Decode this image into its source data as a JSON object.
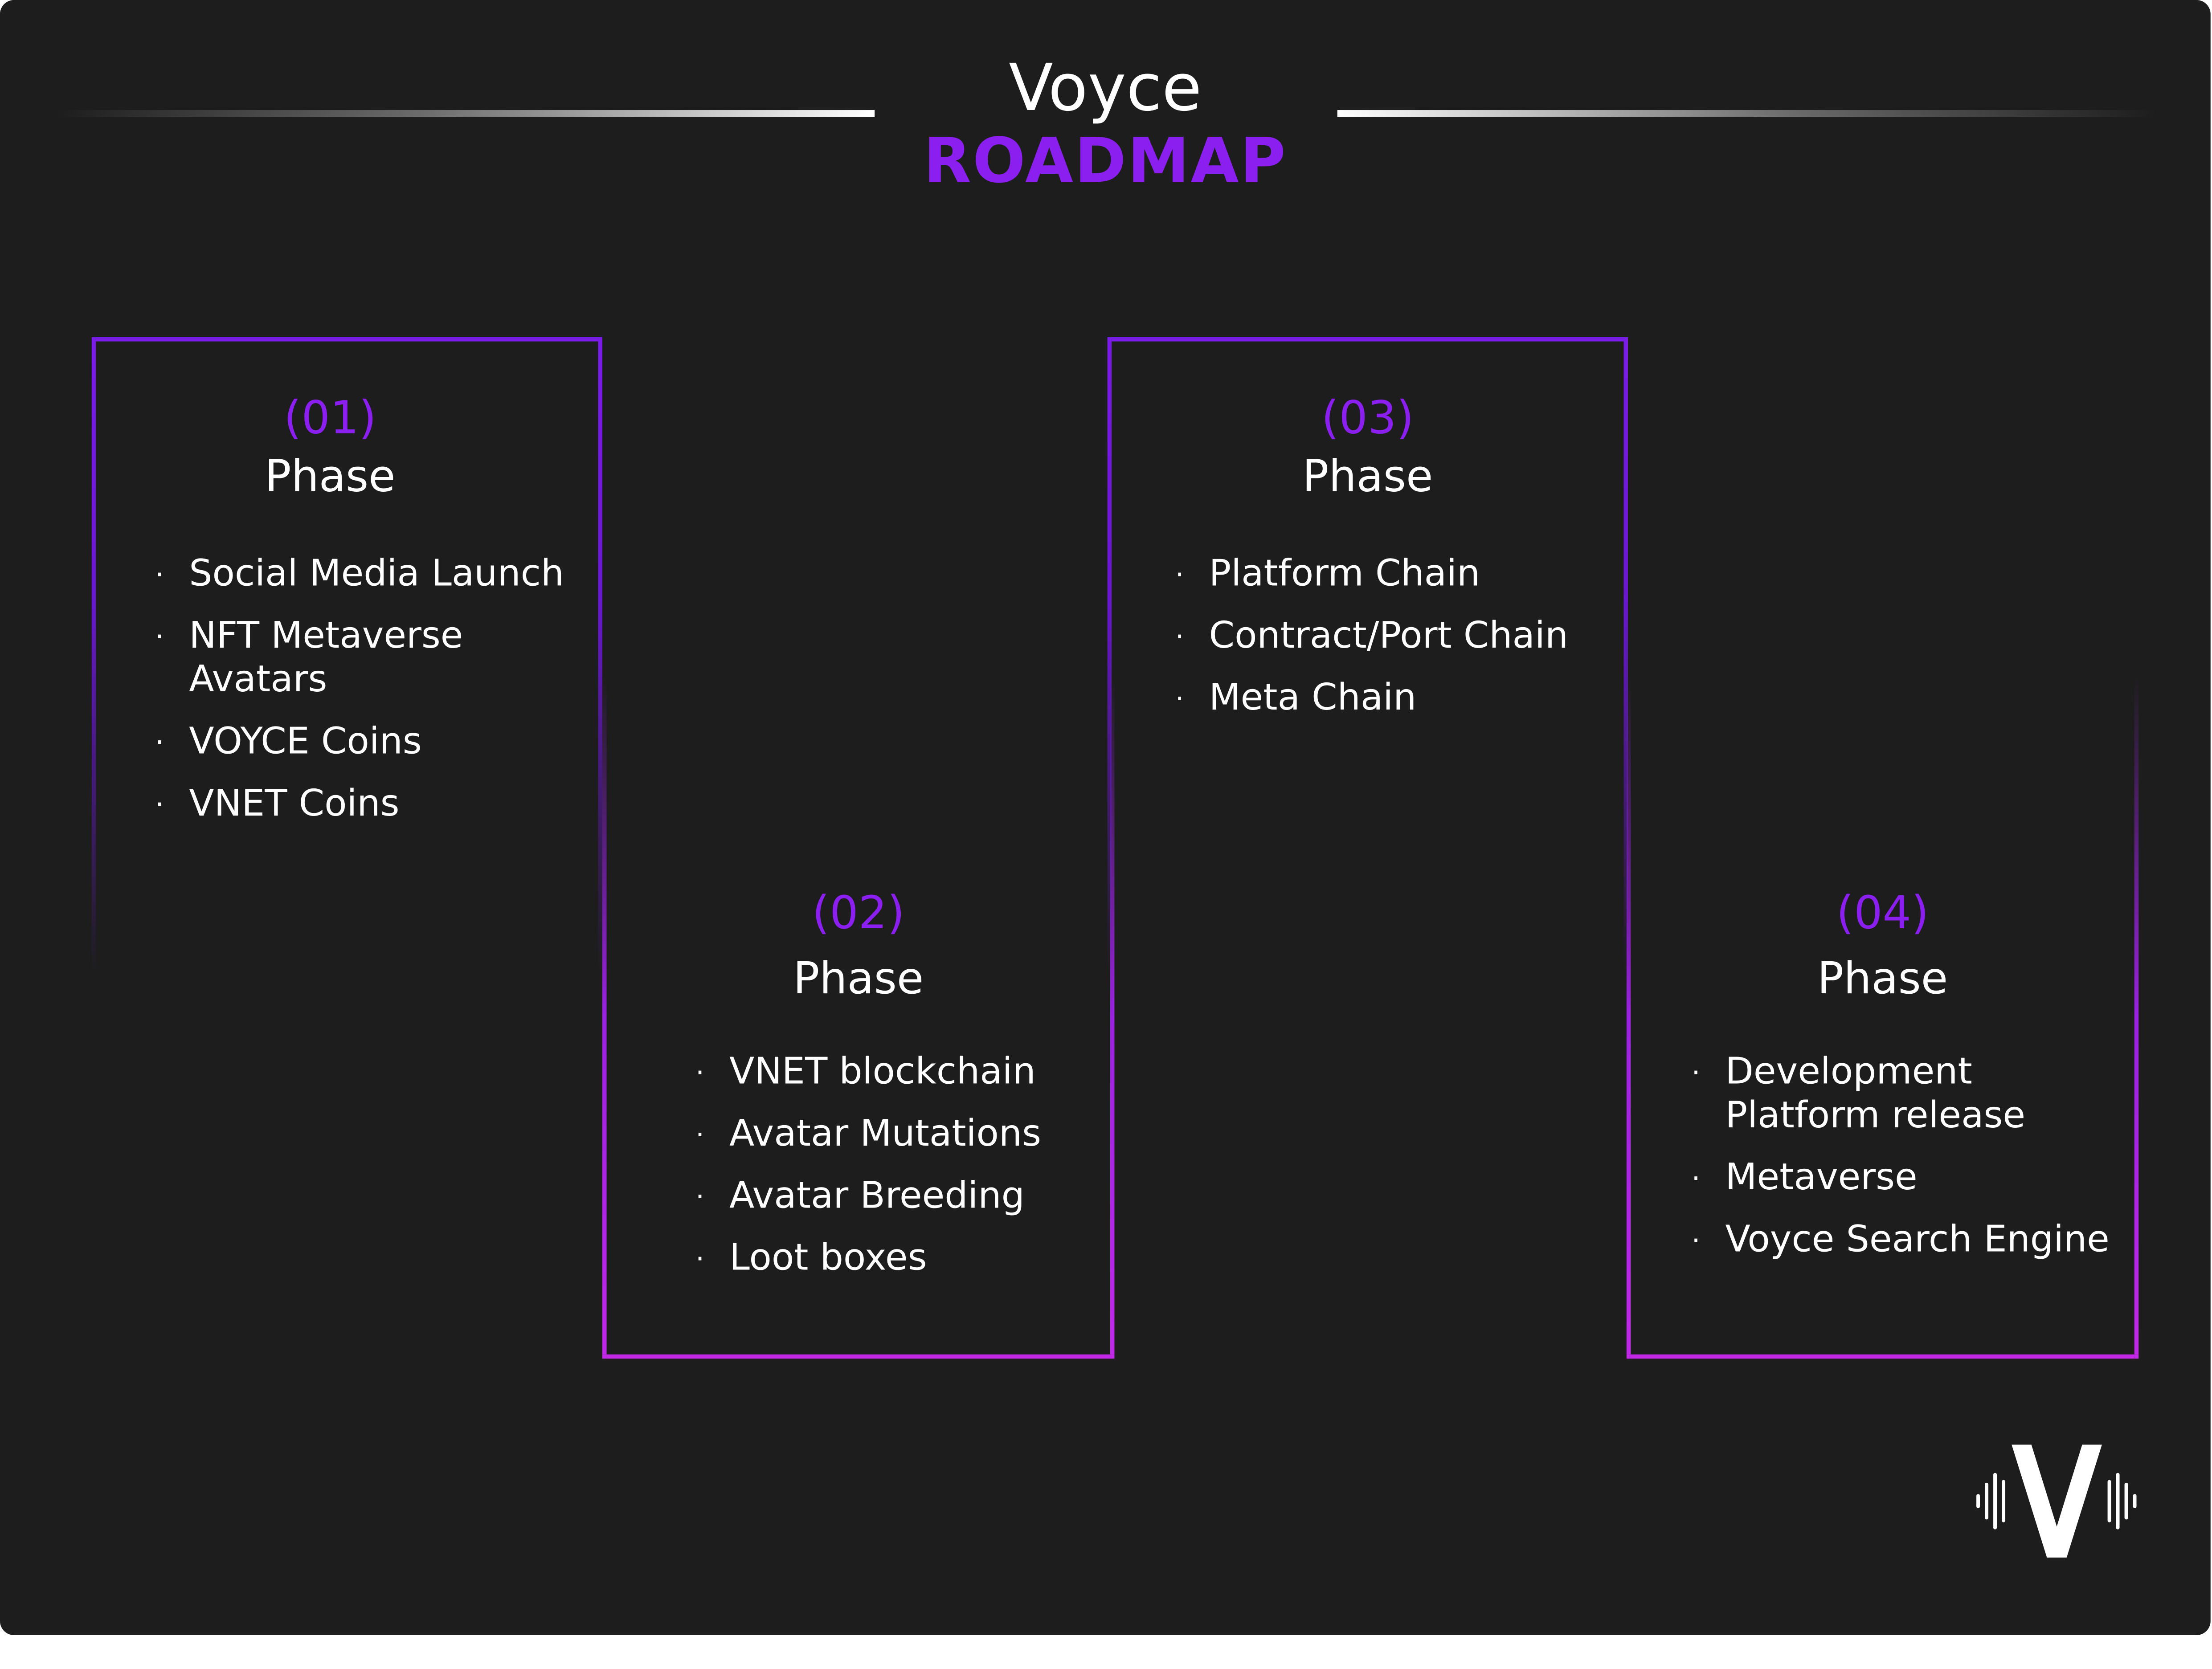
{
  "header": {
    "title": "Voyce",
    "subtitle": "ROADMAP"
  },
  "colors": {
    "background": "#1d1d1d",
    "accent_purple": "#8a1ff0",
    "accent_magenta": "#c128e8",
    "text": "#ffffff"
  },
  "phases": [
    {
      "number": "(01)",
      "label": "Phase",
      "items": [
        "Social Media Launch",
        "NFT Metaverse Avatars",
        "VOYCE Coins",
        "VNET Coins"
      ]
    },
    {
      "number": "(02)",
      "label": "Phase",
      "items": [
        "VNET blockchain",
        "Avatar Mutations",
        "Avatar Breeding",
        "Loot boxes"
      ]
    },
    {
      "number": "(03)",
      "label": "Phase",
      "items": [
        "Platform Chain",
        "Contract/Port Chain",
        "Meta Chain"
      ]
    },
    {
      "number": "(04)",
      "label": "Phase",
      "items": [
        "Development Platform release",
        "Metaverse",
        "Voyce Search Engine"
      ]
    }
  ],
  "bullet": "·",
  "logo": {
    "icon": "voyce-v-soundwave-logo"
  }
}
